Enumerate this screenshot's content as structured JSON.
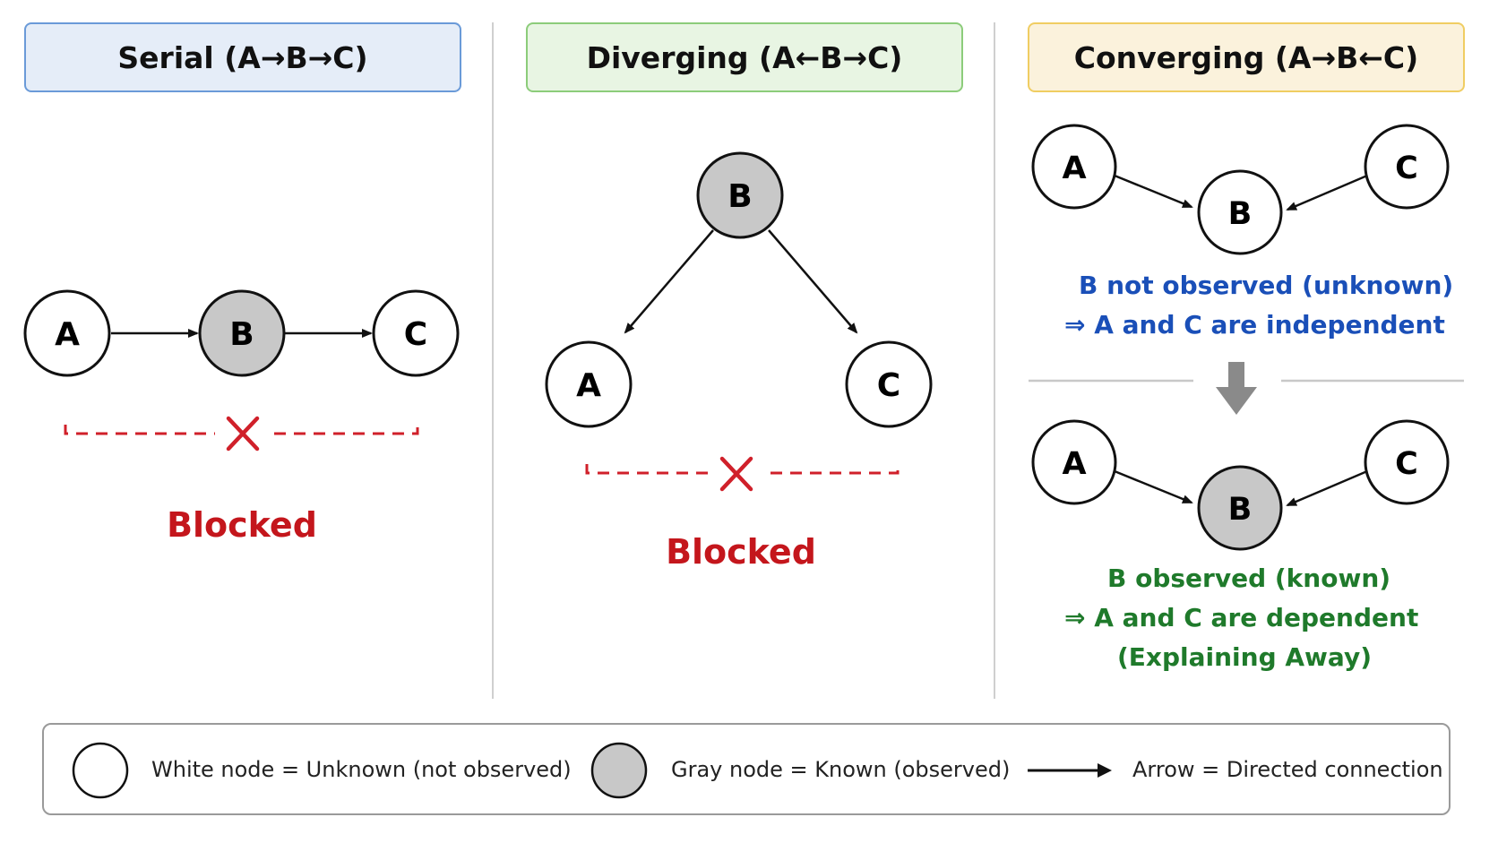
{
  "panels": {
    "serial": {
      "title": "Serial (A→B→C)",
      "nodes": {
        "a": "A",
        "b": "B",
        "c": "C"
      },
      "result": "Blocked"
    },
    "diverging": {
      "title": "Diverging (A←B→C)",
      "nodes": {
        "a": "A",
        "b": "B",
        "c": "C"
      },
      "result": "Blocked"
    },
    "converging": {
      "title": "Converging (A→B←C)",
      "top": {
        "nodes": {
          "a": "A",
          "b": "B",
          "c": "C"
        },
        "line1": "B not observed (unknown)",
        "line2": "⇒  A and C are independent"
      },
      "bottom": {
        "nodes": {
          "a": "A",
          "b": "B",
          "c": "C"
        },
        "line1": "B observed (known)",
        "line2": "⇒  A and C are dependent",
        "line3": "(Explaining Away)"
      }
    }
  },
  "legend": {
    "white_node": "White node = Unknown (not observed)",
    "gray_node": "Gray node = Known (observed)",
    "arrow": "Arrow = Directed connection"
  },
  "colors": {
    "observed_fill": "#c8c8c8",
    "blocked": "#c4161c",
    "independent_text": "#1a4fb8",
    "dependent_text": "#1f7a2b",
    "serial_header": "#e5edf8",
    "diverging_header": "#e8f5e3",
    "converging_header": "#fbf2dc"
  },
  "icons": {
    "blocked_marker": "x-icon",
    "transition_arrow": "down-arrow-icon"
  }
}
